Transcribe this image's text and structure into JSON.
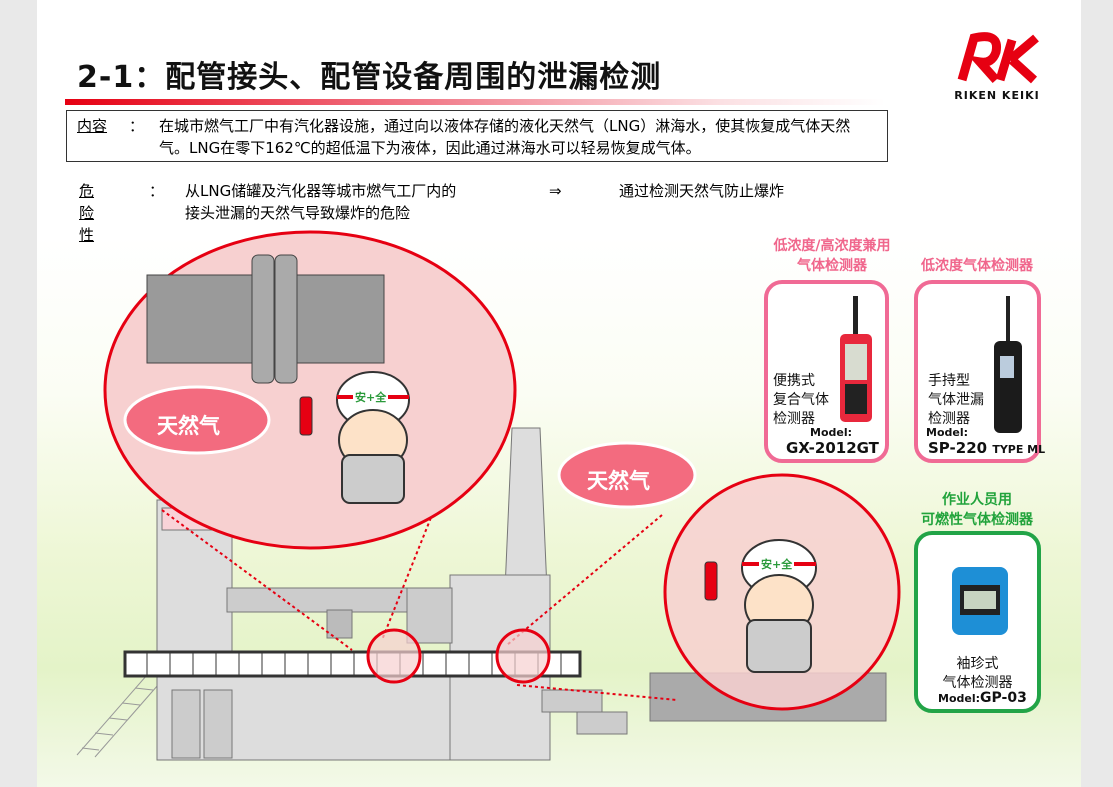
{
  "title": "2-1：配管接头、配管设备周围的泄漏检测",
  "logo": {
    "text": "RIKEN KEIKI"
  },
  "content": {
    "label": "内容",
    "colon": "：",
    "text": "在城市燃气工厂中有汽化器设施，通过向以液体存储的液化天然气（LNG）淋海水，使其恢复成气体天然气。LNG在零下162℃的超低温下为液体，因此通过淋海水可以轻易恢复成气体。"
  },
  "risk": {
    "label": "危险性",
    "colon": "：",
    "line1": "从LNG储罐及汽化器等城市燃气工厂内的",
    "line2": "接头泄漏的天然气导致爆炸的危险",
    "arrow": "⇒",
    "result": "通过检测天然气防止爆炸"
  },
  "scene": {
    "gas_label_1": "天然气",
    "gas_label_2": "天然气",
    "helmet_text": "安+全"
  },
  "products": [
    {
      "header1": "低浓度/高浓度兼用",
      "header2": "气体检测器",
      "desc": [
        "便携式",
        "复合气体",
        "检测器"
      ],
      "model_label": "Model:",
      "model": "GX-2012GT"
    },
    {
      "header1": "低浓度气体检测器",
      "desc": [
        "手持型",
        "气体泄漏",
        "检测器"
      ],
      "model_label": "Model:",
      "model": "SP-220",
      "model_suffix": "TYPE ML"
    },
    {
      "header1": "作业人员用",
      "header2": "可燃性气体检测器",
      "desc": [
        "袖珍式",
        "气体检测器"
      ],
      "model_label": "Model:",
      "model": "GP-03"
    }
  ],
  "colors": {
    "accent": "#e60012",
    "pink": "#f06a95",
    "green": "#22a447"
  }
}
